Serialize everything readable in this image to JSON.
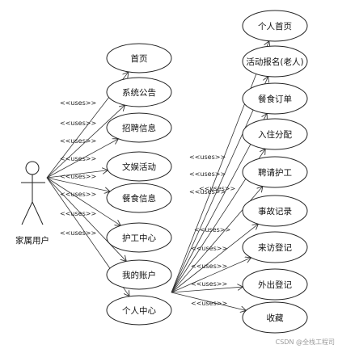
{
  "actor": {
    "label": "家属用户"
  },
  "stereotype": "<<uses>>",
  "left_cases": [
    "首页",
    "系统公告",
    "招聘信息",
    "文娱活动",
    "餐食信息",
    "护工中心",
    "我的账户",
    "个人中心"
  ],
  "right_cases": [
    "个人首页",
    "活动报名(老人)",
    "餐食订单",
    "入住分配",
    "聘请护工",
    "事故记录",
    "来访登记",
    "外出登记",
    "收藏"
  ],
  "watermark": "CSDN @全栈工程司"
}
